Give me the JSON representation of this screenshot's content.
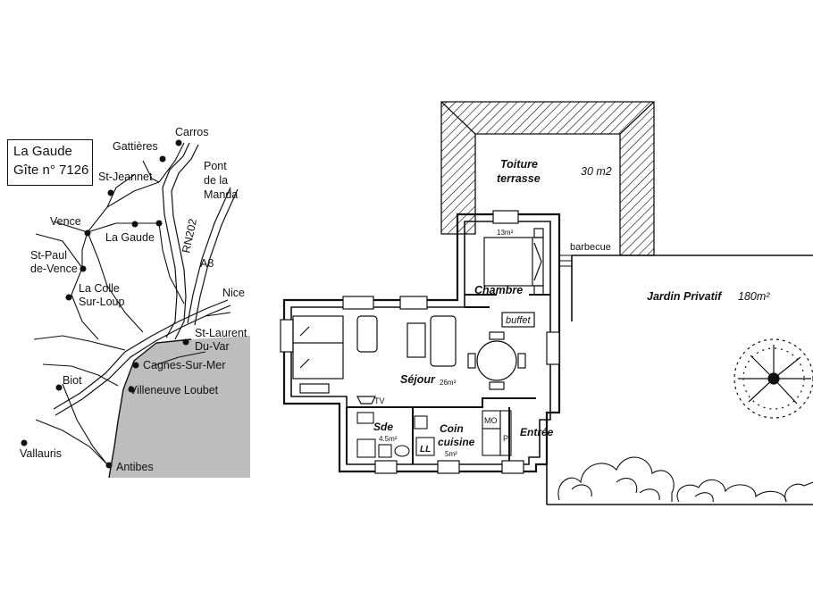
{
  "map": {
    "title_line1": "La Gaude",
    "title_line2": "Gîte n° 7126",
    "places": {
      "carros": "Carros",
      "gattieres": "Gattières",
      "st_jeannet": "St-Jeannet",
      "pont_1": "Pont",
      "pont_2": "de la",
      "pont_3": "Manda",
      "vence": "Vence",
      "la_gaude": "La Gaude",
      "st_paul_1": "St-Paul",
      "st_paul_2": "de-Vence",
      "la_colle_1": "La Colle",
      "la_colle_2": "Sur-Loup",
      "nice": "Nice",
      "st_laurent_1": "St-Laurent",
      "st_laurent_2": "Du-Var",
      "cagnes": "Cagnes-Sur-Mer",
      "villeneuve": "Villeneuve Loubet",
      "biot": "Biot",
      "vallauris": "Vallauris",
      "antibes": "Antibes"
    },
    "roads": {
      "rn202": "RN202",
      "a8": "A8"
    }
  },
  "plan": {
    "toiture_1": "Toiture",
    "toiture_2": "terrasse",
    "toiture_area": "30 m2",
    "barbecue": "barbecue",
    "chambre": "Chambre",
    "chambre_area": "13m²",
    "buffet": "buffet",
    "jardin": "Jardin Privatif",
    "jardin_area": "180m²",
    "sejour": "Séjour",
    "sejour_area": "26m²",
    "tv": "TV",
    "sde": "Sde",
    "sde_area": "4.5m²",
    "ll": "LL",
    "coin_1": "Coin",
    "coin_2": "cuisine",
    "coin_area": "5m²",
    "mo": "MO",
    "pl": "Pl",
    "entree": "Entrée"
  },
  "colors": {
    "ink": "#111111",
    "sea": "#bdbdbd",
    "background": "#ffffff"
  }
}
